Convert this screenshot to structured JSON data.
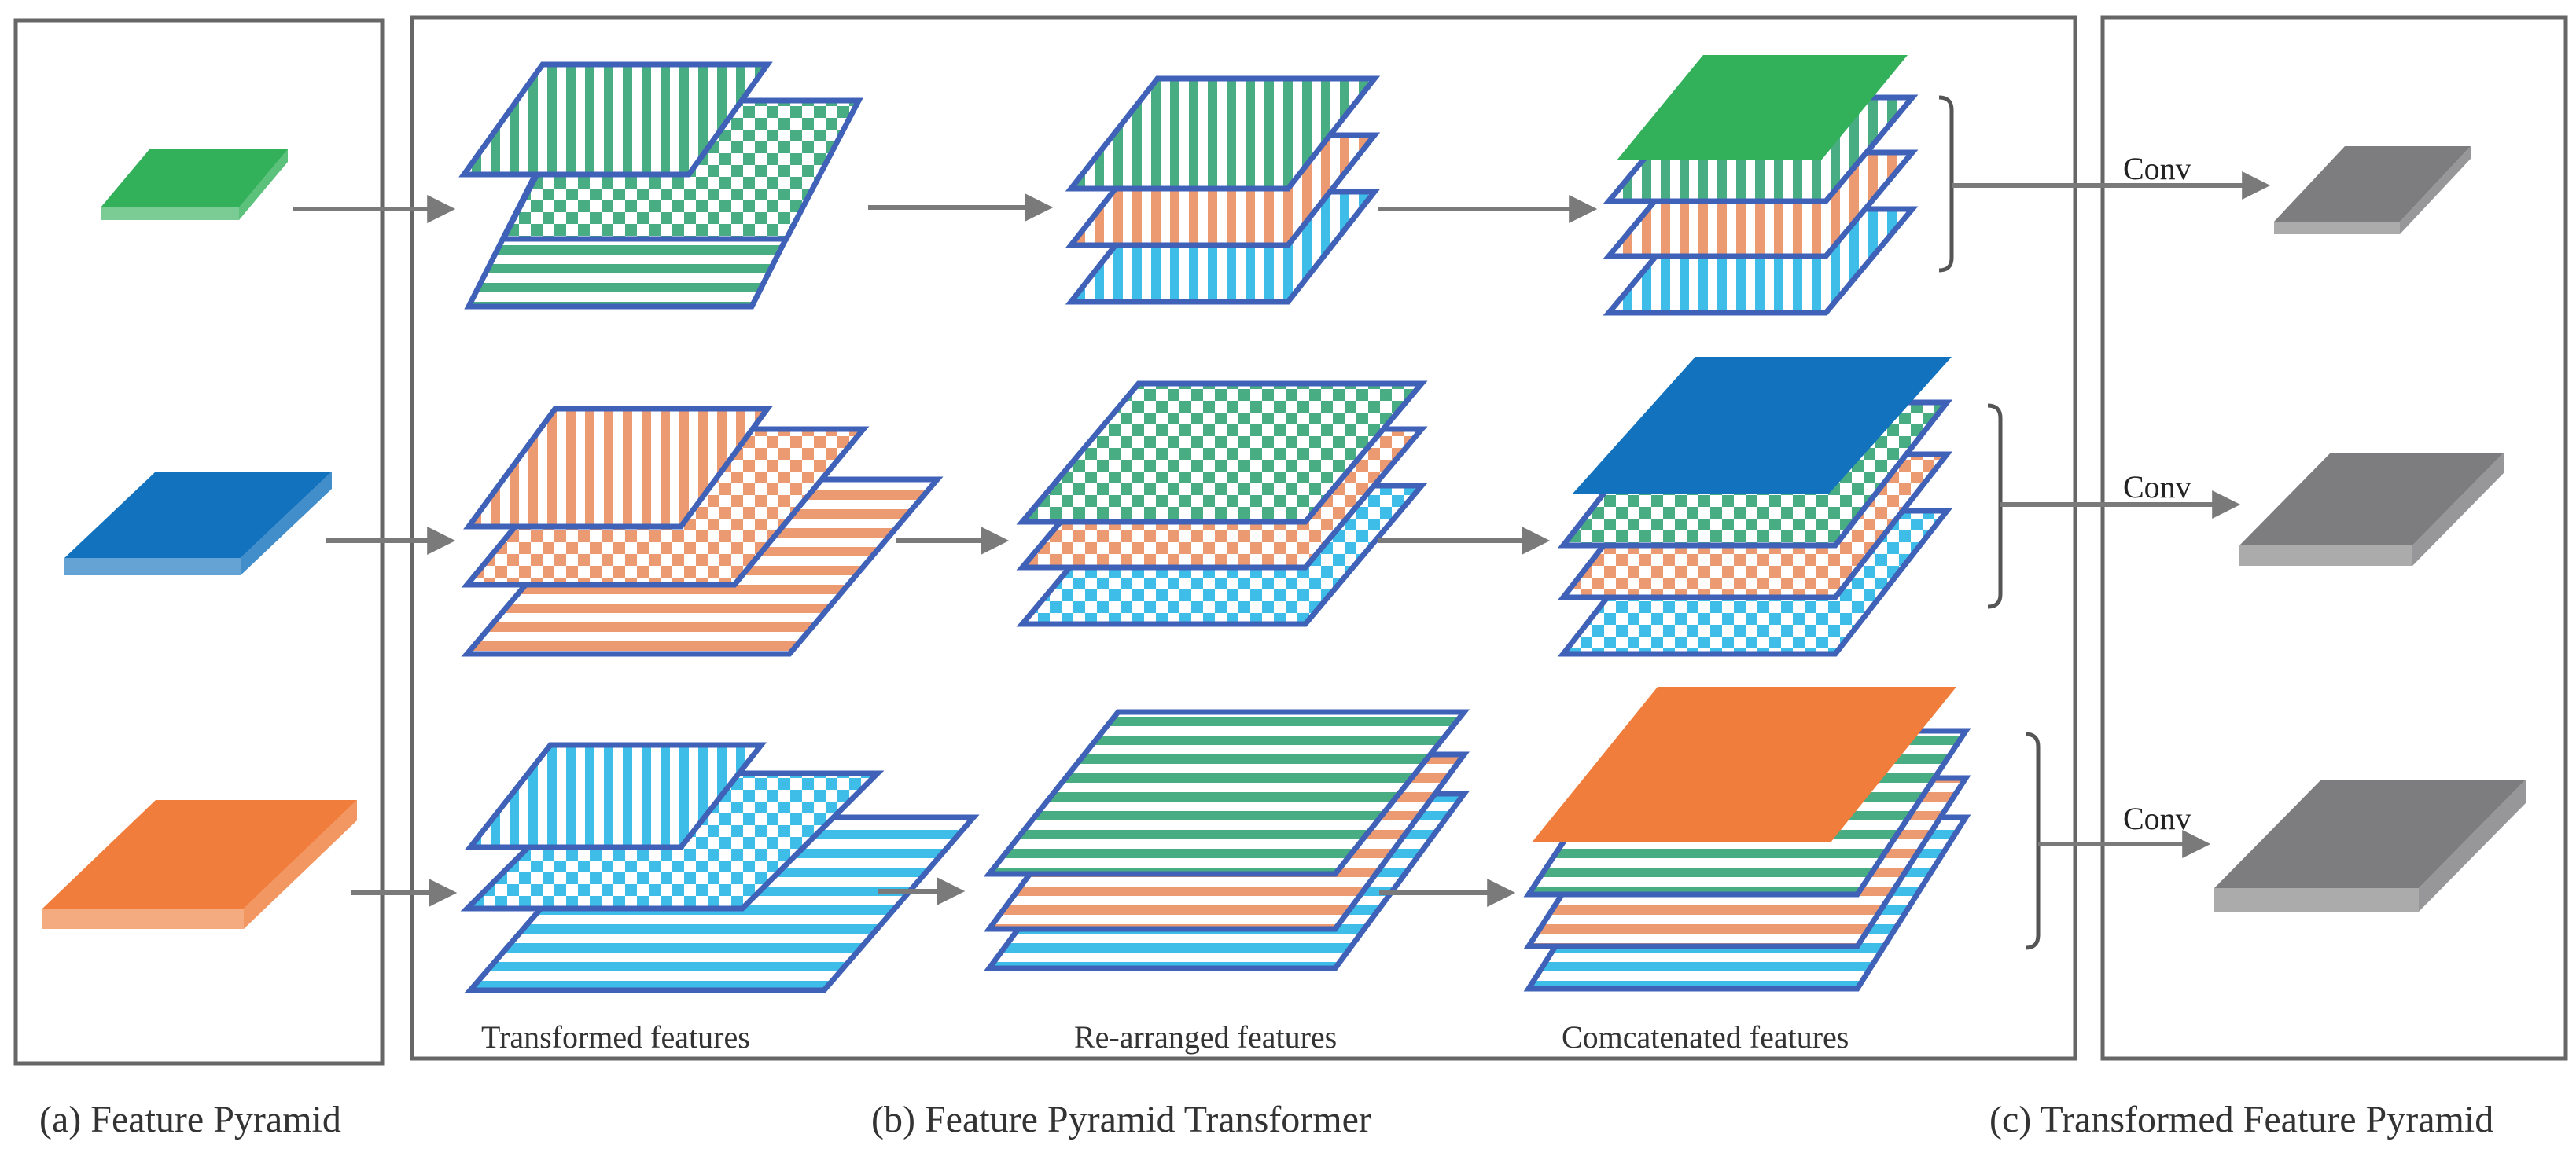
{
  "panels": {
    "a": {
      "caption": "(a) Feature Pyramid"
    },
    "b": {
      "caption": "(b) Feature Pyramid Transformer",
      "sublabels": {
        "transformed": "Transformed features",
        "rearranged": "Re-arranged features",
        "concatenated": "Comcatenated features"
      }
    },
    "c": {
      "caption": "(c) Transformed Feature Pyramid"
    }
  },
  "conv_labels": [
    "Conv",
    "Conv",
    "Conv"
  ],
  "colors": {
    "green": "#33b15a",
    "blue": "#1372be",
    "orange": "#f07d3b",
    "cyan": "#3dbde8",
    "salmon": "#ec9a72",
    "seagreen": "#49ad83",
    "gray": "#7d7d7f",
    "frame": "#666666",
    "arrow": "#7a7a7a",
    "layer_border": "#3f62b8"
  }
}
